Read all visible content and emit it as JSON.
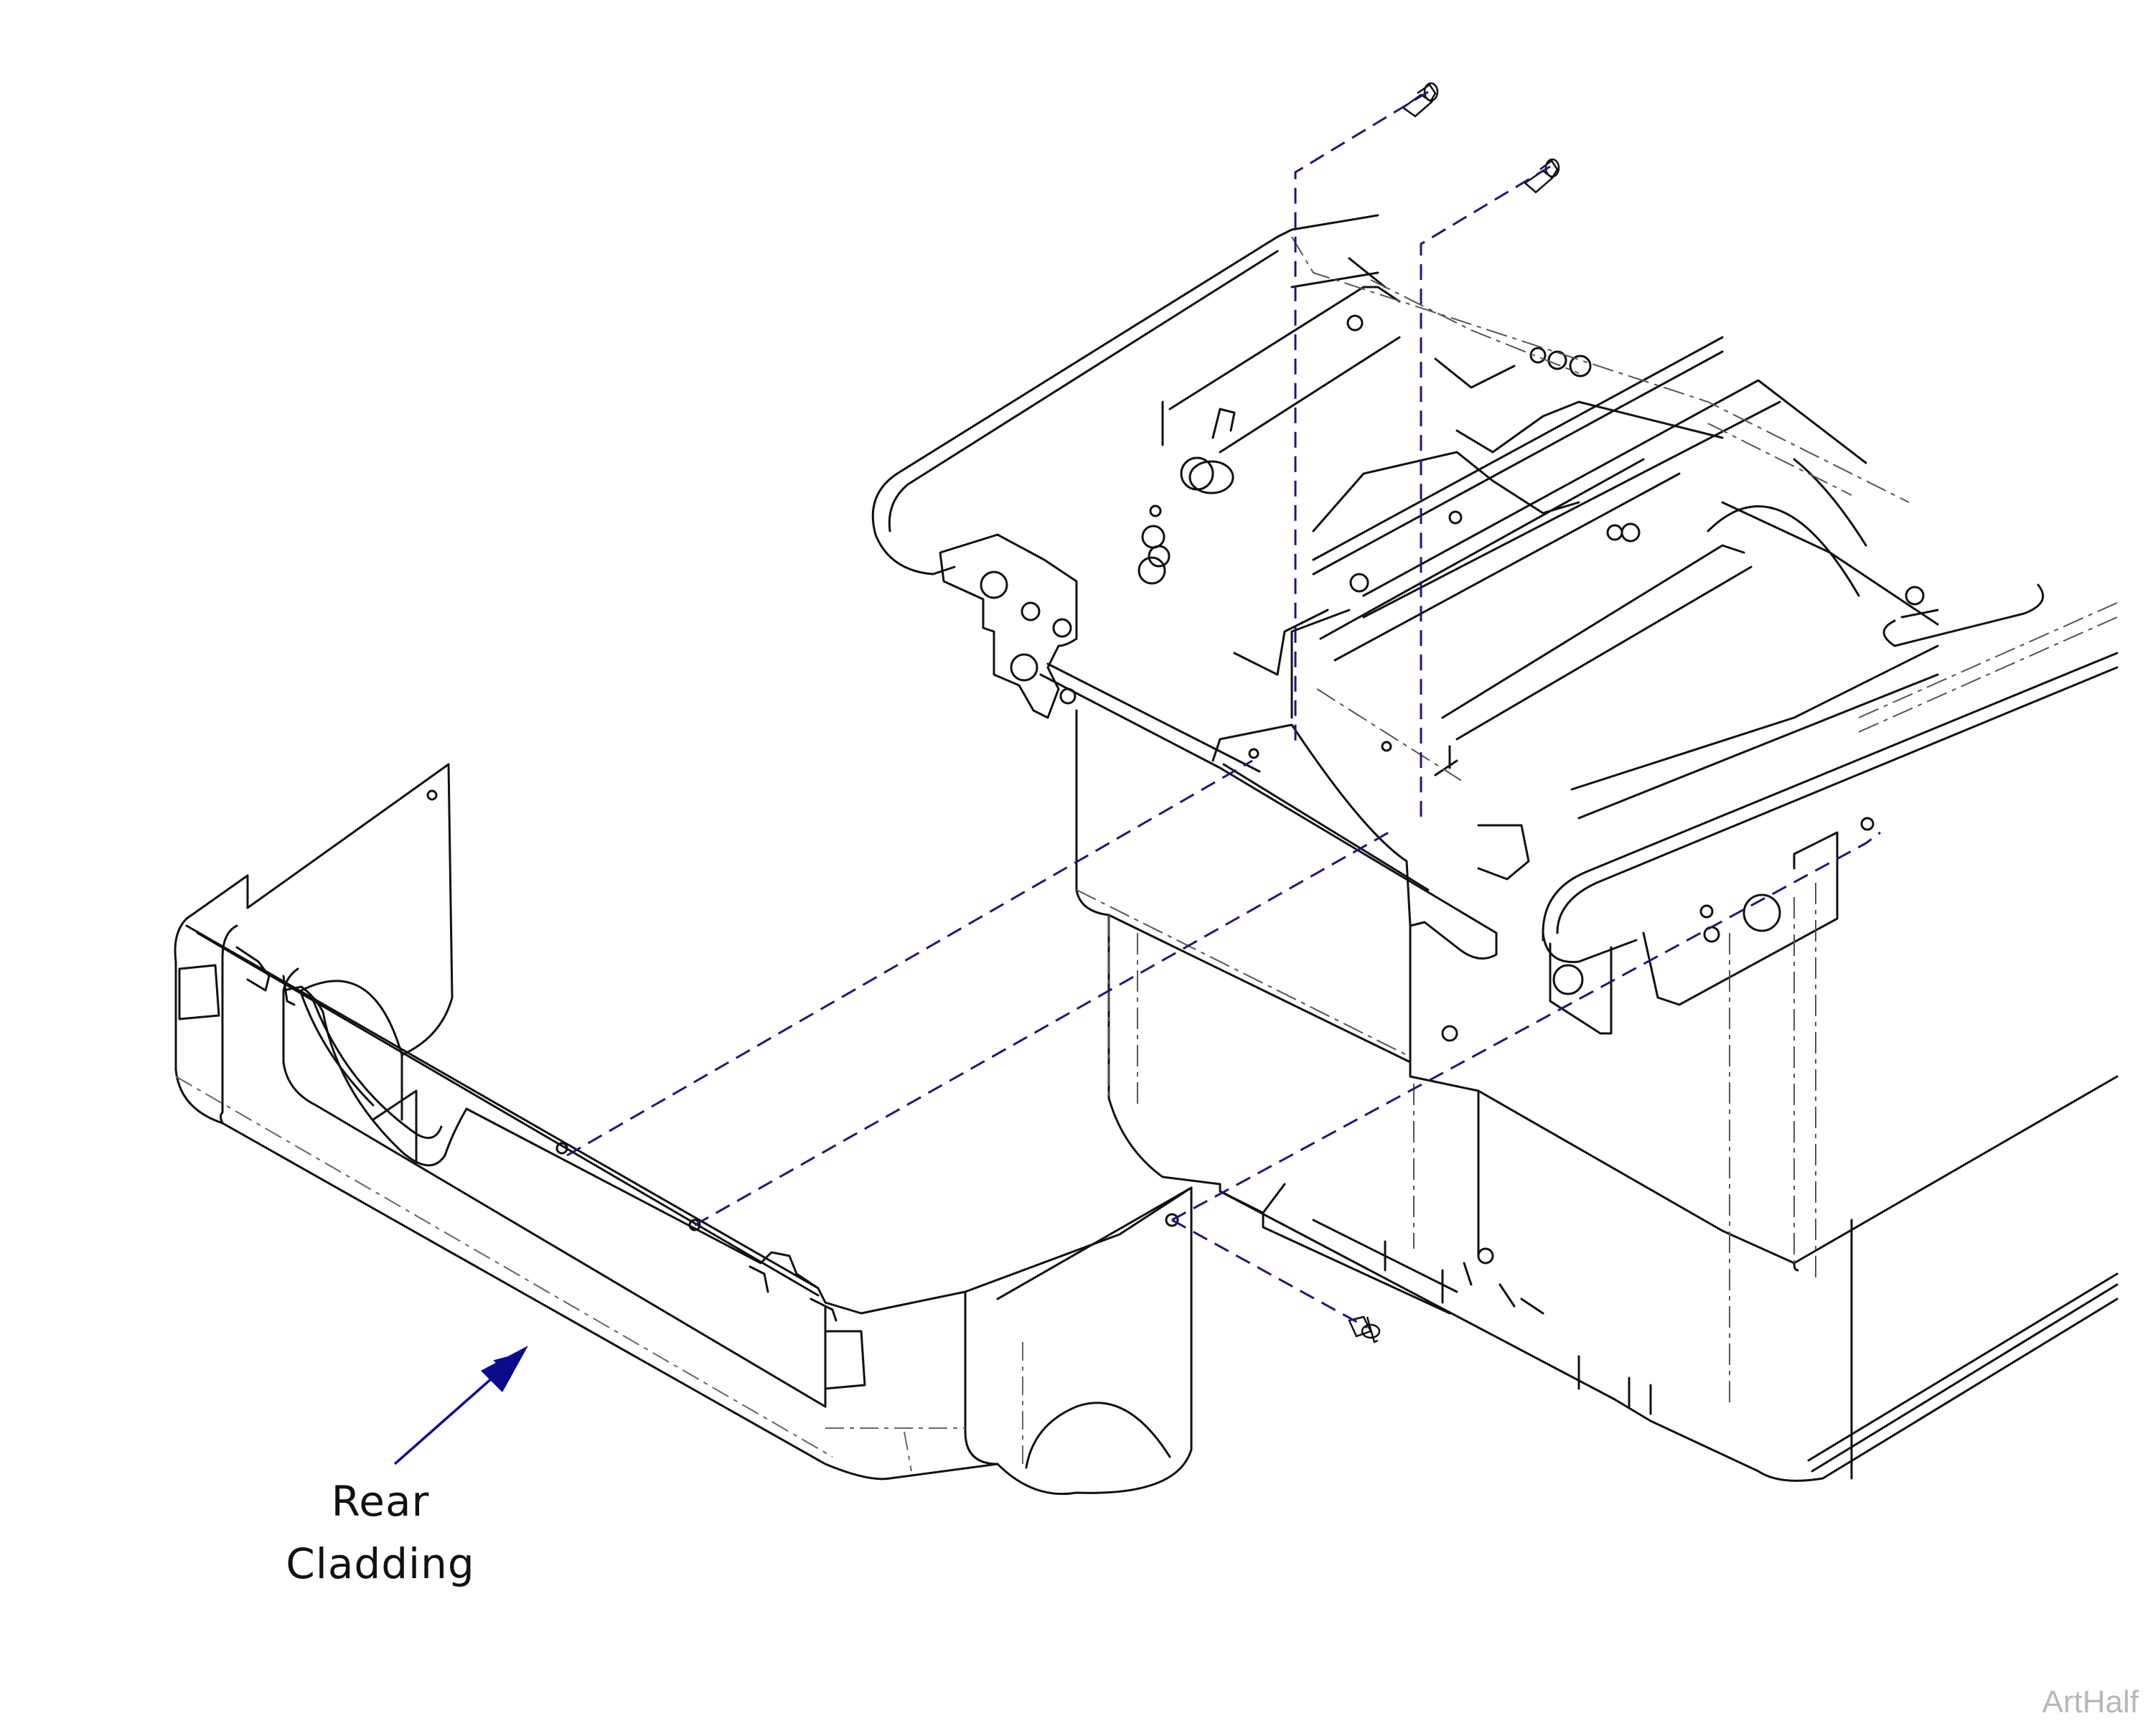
{
  "callout": {
    "line1": "Rear",
    "line2": "Cladding"
  },
  "watermark": "ArtHalf",
  "colors": {
    "linework": "#111111",
    "hidden_lines": "#555555",
    "assembly_guides": "#1a1a7a",
    "callout_arrow": "#0a0a8c",
    "watermark": "#b8b8b8"
  }
}
